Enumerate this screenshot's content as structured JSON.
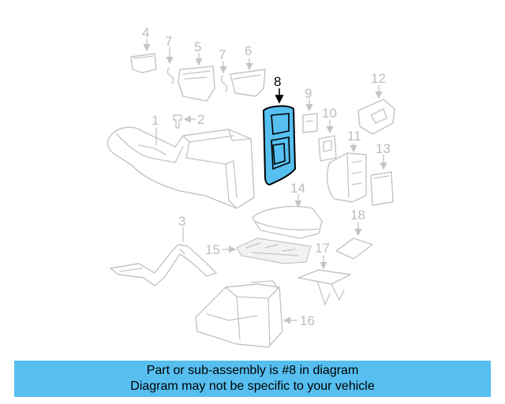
{
  "diagram": {
    "highlighted_part": "8",
    "callouts": [
      "1",
      "2",
      "3",
      "4",
      "5",
      "6",
      "7",
      "7",
      "8",
      "9",
      "10",
      "11",
      "12",
      "13",
      "14",
      "15",
      "16",
      "17",
      "18"
    ],
    "colors": {
      "highlight": "#56bff0",
      "part_stroke": "#c4c4c4",
      "label_gray": "#bdbdbd"
    }
  },
  "banner": {
    "line1": "Part or sub-assembly is #8 in diagram",
    "line2": "Diagram may not be specific to your vehicle"
  }
}
